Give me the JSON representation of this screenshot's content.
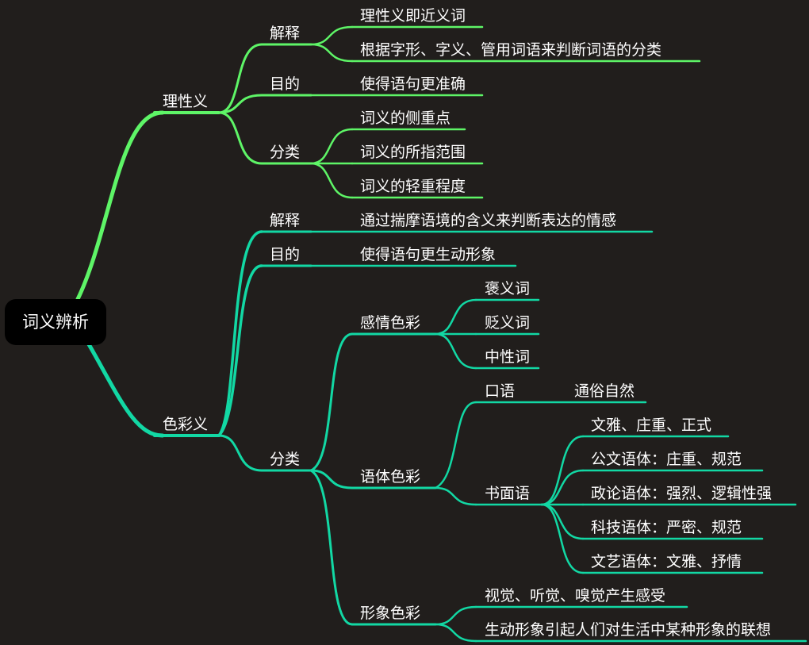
{
  "root": "词义辨析",
  "colors": {
    "background": "#211e1c",
    "branch_a": "#5ef567",
    "branch_b": "#12d8a4"
  },
  "nodes": {
    "lixingyi": "理性义",
    "lx_jieshi": "解释",
    "lx_jieshi_1": "理性义即近义词",
    "lx_jieshi_2": "根据字形、字义、管用词语来判断词语的分类",
    "lx_mudi": "目的",
    "lx_mudi_1": "使得语句更准确",
    "lx_fenlei": "分类",
    "lx_fenlei_1": "词义的侧重点",
    "lx_fenlei_2": "词义的所指范围",
    "lx_fenlei_3": "词义的轻重程度",
    "secaiyi": "色彩义",
    "sc_jieshi": "解释",
    "sc_jieshi_1": "通过揣摩语境的含义来判断表达的情感",
    "sc_mudi": "目的",
    "sc_mudi_1": "使得语句更生动形象",
    "sc_fenlei": "分类",
    "ganqing": "感情色彩",
    "ganqing_1": "褒义词",
    "ganqing_2": "贬义词",
    "ganqing_3": "中性词",
    "yuti": "语体色彩",
    "kouyu": "口语",
    "kouyu_1": "通俗自然",
    "shumianyu": "书面语",
    "sm_1": "文雅、庄重、正式",
    "sm_2": "公文语体：庄重、规范",
    "sm_3": "政论语体：强烈、逻辑性强",
    "sm_4": "科技语体：严密、规范",
    "sm_5": "文艺语体：文雅、抒情",
    "xingxiang": "形象色彩",
    "xx_1": "视觉、听觉、嗅觉产生感受",
    "xx_2": "生动形象引起人们对生活中某种形象的联想"
  }
}
